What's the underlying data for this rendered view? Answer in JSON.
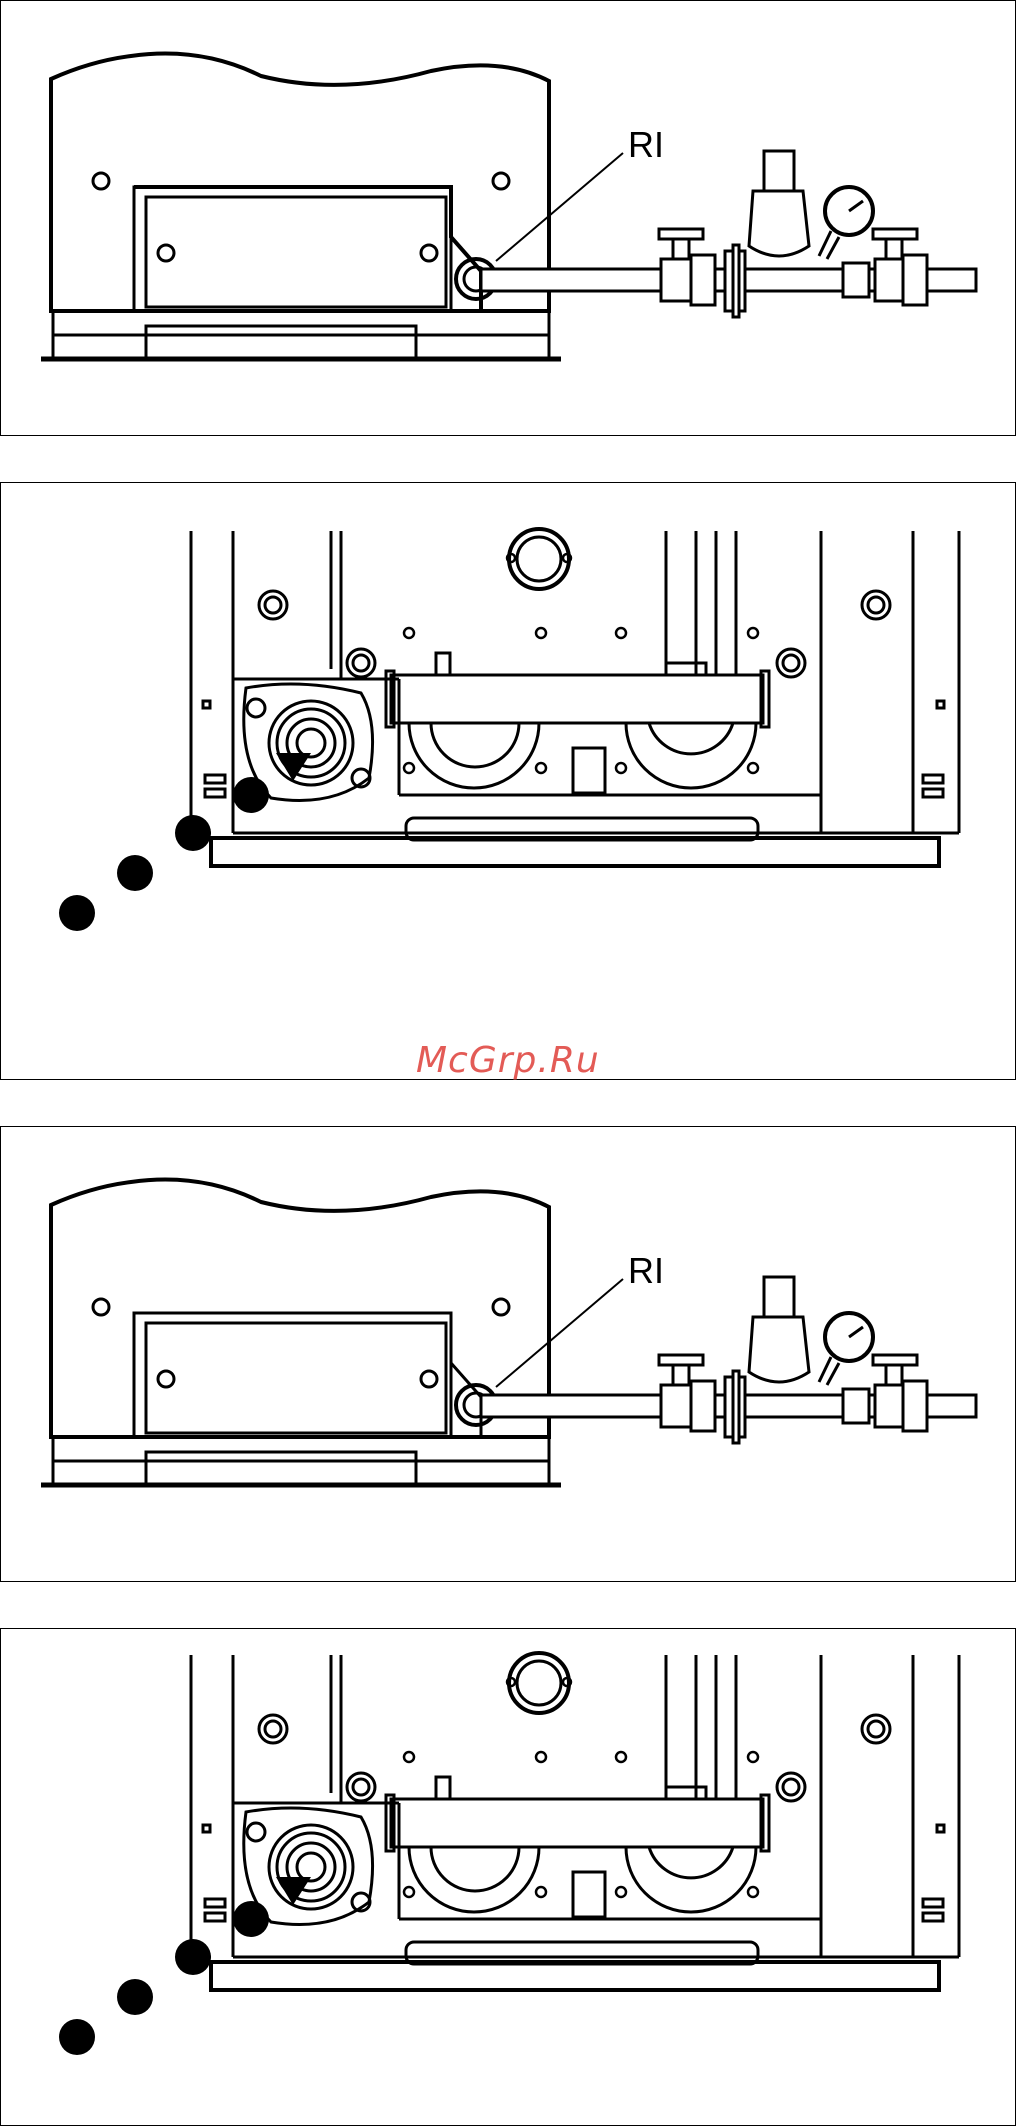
{
  "diagram": {
    "panels": [
      {
        "id": "side-view-1",
        "label": "RI"
      },
      {
        "id": "front-view-1"
      },
      {
        "id": "side-view-2",
        "label": "RI"
      },
      {
        "id": "front-view-2"
      }
    ],
    "watermark": "McGrp.Ru"
  }
}
